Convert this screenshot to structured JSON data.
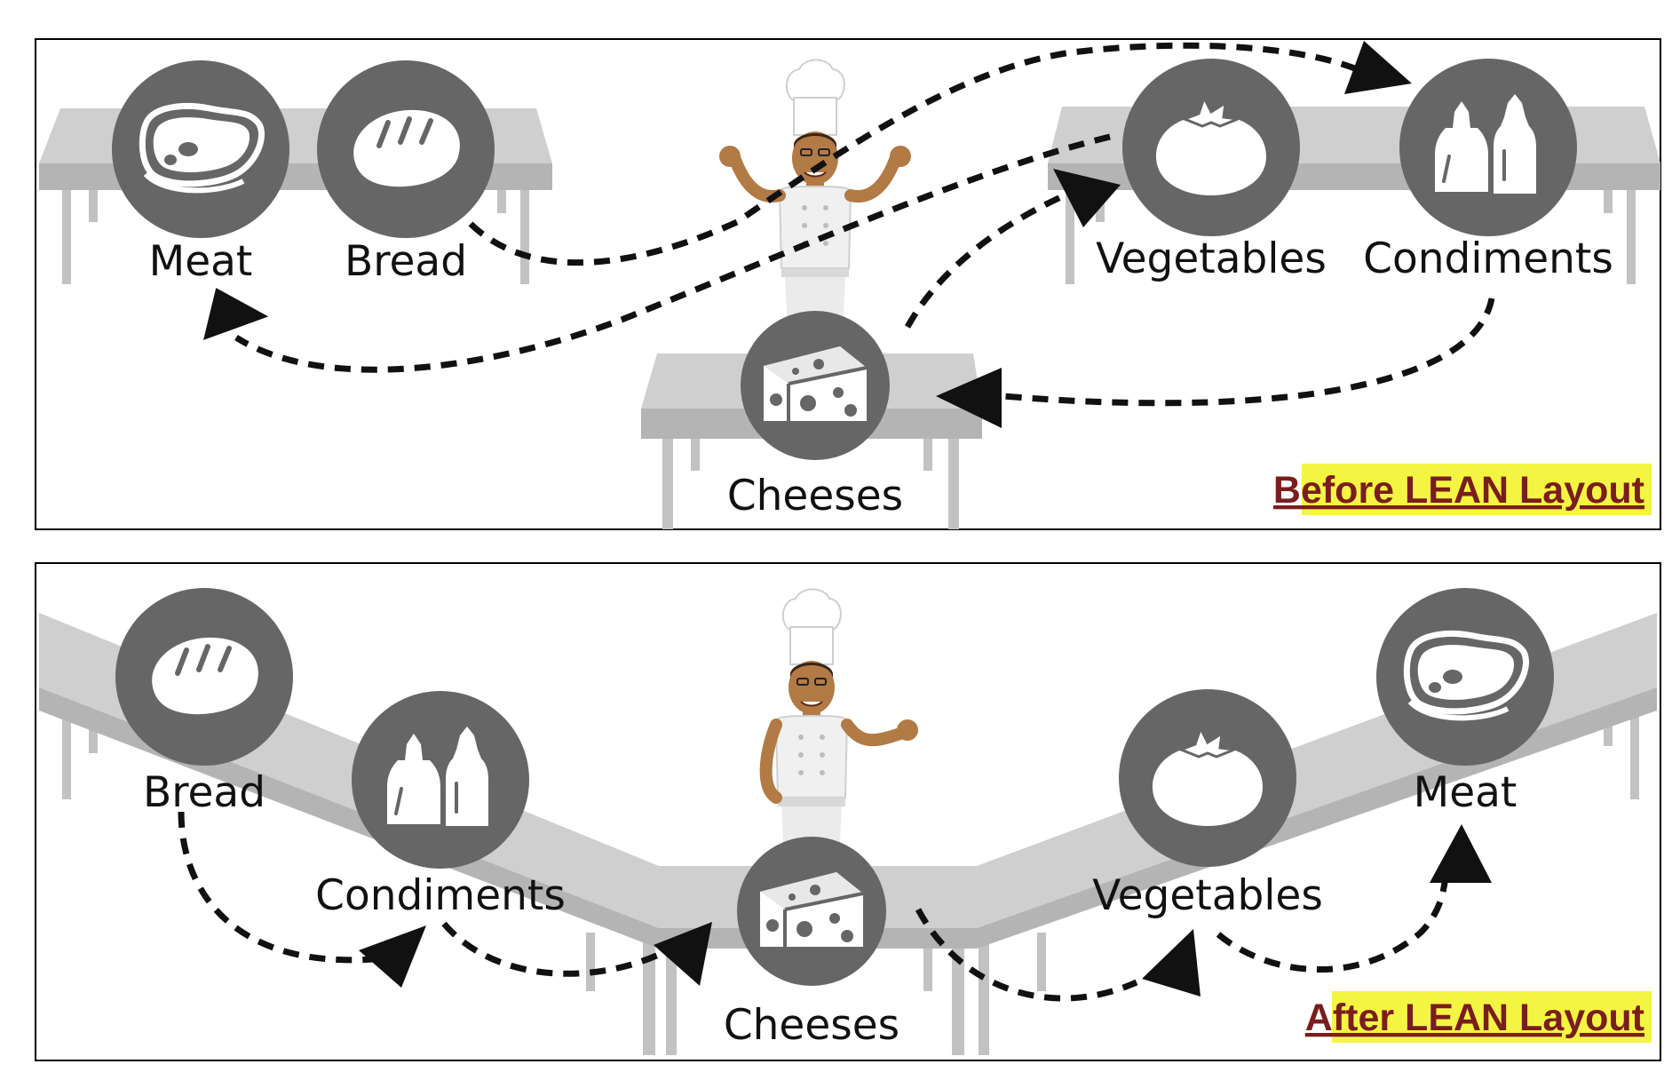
{
  "colors": {
    "table_top": "#cfcfcf",
    "table_front": "#b4b4b4",
    "table_leg": "#c2c2c2",
    "circle": "#666666",
    "icon": "#ffffff",
    "caption_text": "#7a1d1d",
    "caption_bg": "#f4f542",
    "arrow": "#111111",
    "panel_border": "#000000",
    "skin": "#b27a45",
    "uniform": "#f0f0f0"
  },
  "before": {
    "caption": "Before LEAN Layout",
    "stations": {
      "meat": {
        "label": "Meat",
        "icon": "meat-icon"
      },
      "bread": {
        "label": "Bread",
        "icon": "bread-icon"
      },
      "vegetables": {
        "label": "Vegetables",
        "icon": "tomato-icon"
      },
      "condiments": {
        "label": "Condiments",
        "icon": "condiment-bottles-icon"
      },
      "cheeses": {
        "label": "Cheeses",
        "icon": "cheese-icon"
      }
    }
  },
  "after": {
    "caption": "After LEAN Layout",
    "stations": {
      "bread": {
        "label": "Bread",
        "icon": "bread-icon"
      },
      "condiments": {
        "label": "Condiments",
        "icon": "condiment-bottles-icon"
      },
      "cheeses": {
        "label": "Cheeses",
        "icon": "cheese-icon"
      },
      "vegetables": {
        "label": "Vegetables",
        "icon": "tomato-icon"
      },
      "meat": {
        "label": "Meat",
        "icon": "meat-icon"
      }
    }
  }
}
